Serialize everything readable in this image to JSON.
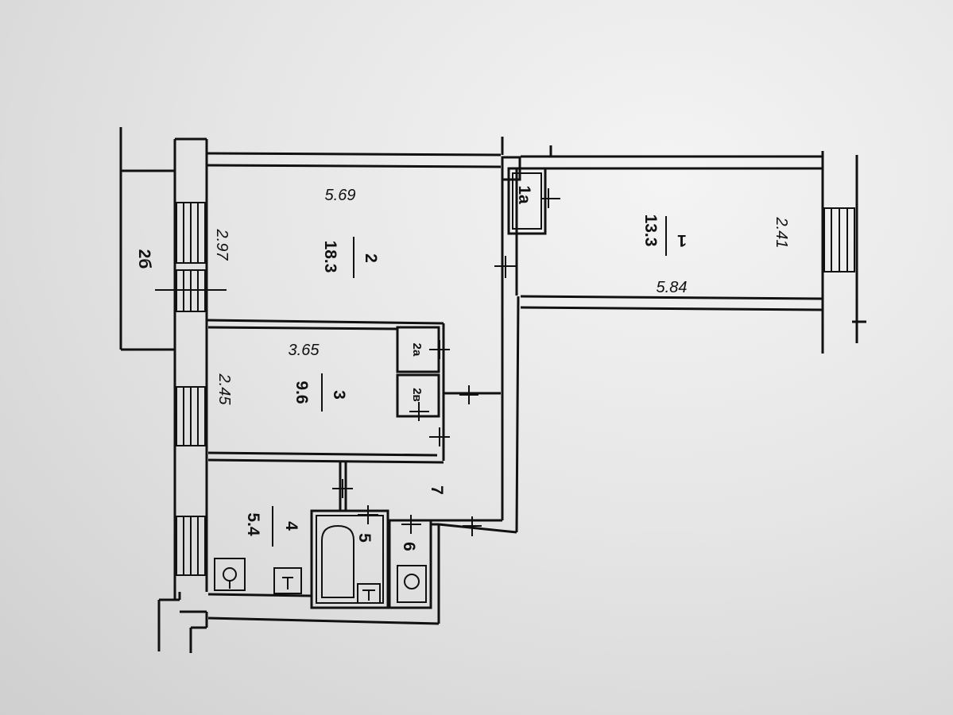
{
  "plan": {
    "labels": {
      "room1_number": "1",
      "room1_area": "13.3",
      "room1a": "1a",
      "room1_length": "5.84",
      "room1_width": "2.41",
      "room2_number": "2",
      "room2_area": "18.3",
      "room2_length": "5.69",
      "room2_width": "2.97",
      "balcony": "2б",
      "closet2a": "2a",
      "closet2b": "2в",
      "room3_number": "3",
      "room3_area": "9.6",
      "room3_length": "3.65",
      "room3_width": "2.45",
      "kitchen_number": "4",
      "kitchen_area": "5.4",
      "bathroom": "5",
      "toilet": "6",
      "hallway": "7"
    },
    "colors": {
      "wall": "#111111",
      "paper": "#e8e8e8",
      "fixture": "#1a1a1a"
    },
    "icons": [
      "window-icon",
      "door-icon",
      "bathtub-icon",
      "toilet-icon",
      "sink-icon",
      "stove-icon"
    ]
  }
}
